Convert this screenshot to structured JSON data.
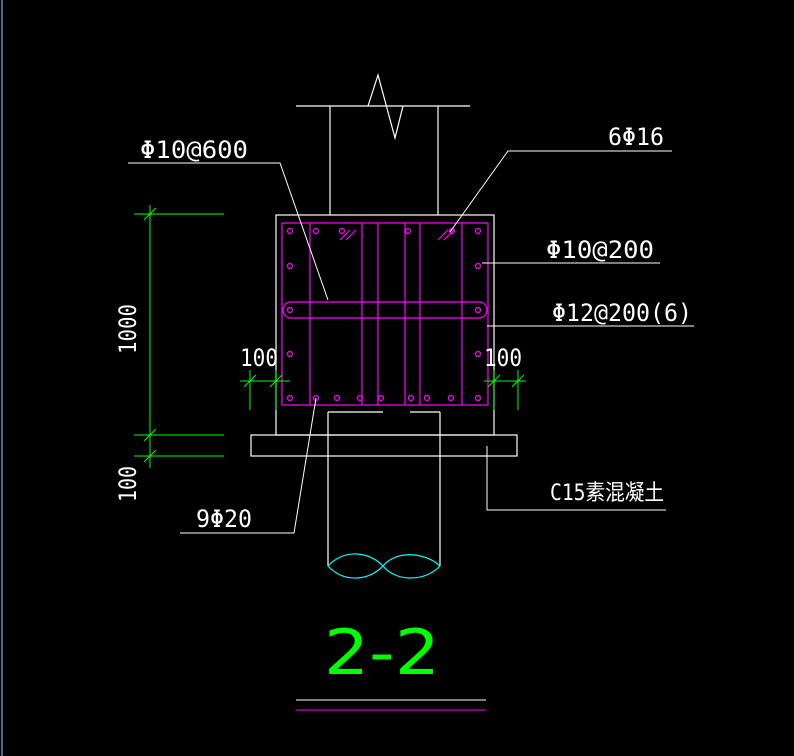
{
  "drawing": {
    "section_title": "2-2",
    "labels": {
      "stirrup_top": "Φ10@600",
      "top_bars": "6Φ16",
      "side_stirrup": "Φ10@200",
      "ties": "Φ12@200(6)",
      "bottom_bars": "9Φ20",
      "cushion": "C15素混凝土",
      "cover_left": "100",
      "cover_right": "100",
      "height": "1000",
      "cushion_thickness": "100"
    },
    "colors": {
      "background": "#000000",
      "outline": "#ffffff",
      "rebar": "#ff00ff",
      "dimension": "#00ff00",
      "title": "#00ff00"
    }
  }
}
